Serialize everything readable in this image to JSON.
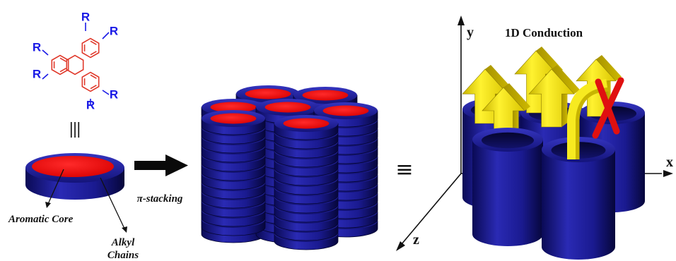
{
  "molecule": {
    "substituent_label": "R",
    "equiv_symbol": "|||"
  },
  "disc": {
    "core_label": "Aromatic Core",
    "chain_label_line1": "Alkyl",
    "chain_label_line2": "Chains"
  },
  "process": {
    "arrow_label": "π-stacking"
  },
  "equivalence_symbol": "≡",
  "axes": {
    "title": "1D Conduction",
    "x_label": "x",
    "y_label": "y",
    "z_label": "z"
  },
  "colors": {
    "disc_blue": "#1c1c8c",
    "core_red": "#ff0000",
    "arrow_yellow": "#f2e600",
    "cross_red": "#e01010",
    "ring_red": "#e0392b",
    "r_blue": "#1a1ae6"
  }
}
